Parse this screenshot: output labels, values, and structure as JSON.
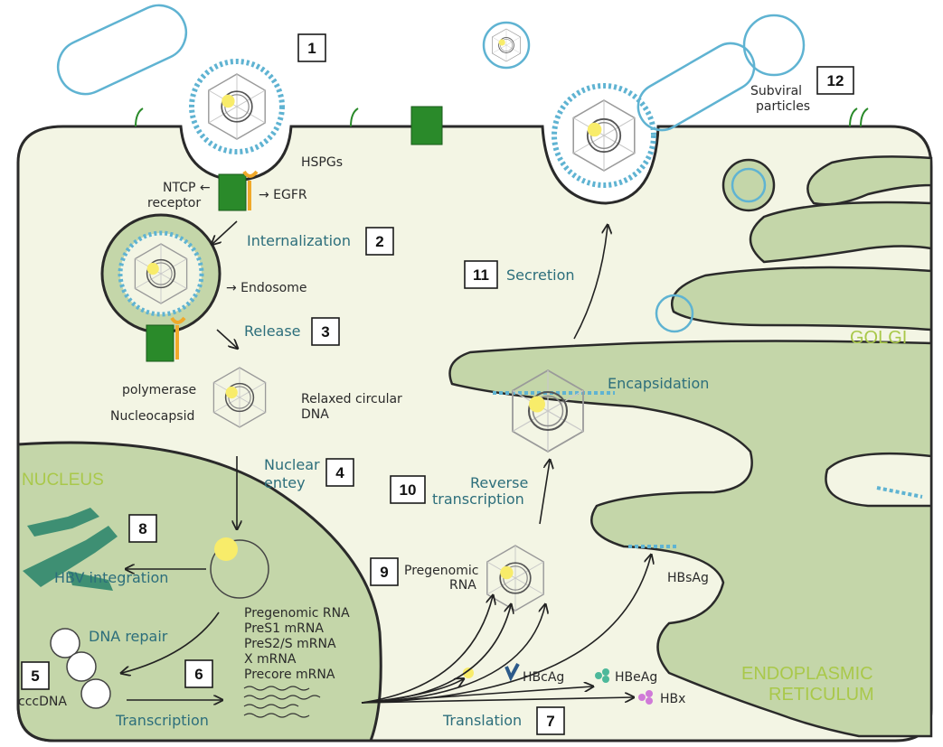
{
  "steps": [
    "1",
    "2",
    "3",
    "4",
    "5",
    "6",
    "7",
    "8",
    "9",
    "10",
    "11",
    "12"
  ],
  "processes": {
    "internalization": "Internalization",
    "release": "Release",
    "nuclear_entry_line1": "Nuclear",
    "nuclear_entry_line2": "entey",
    "hbv_integration": "HBV integration",
    "dna_repair": "DNA repair",
    "transcription": "Transcription",
    "translation": "Translation",
    "reverse_transcription_line1": "Reverse",
    "reverse_transcription_line2": "transcription",
    "encapsidation": "Encapsidation",
    "secretion": "Secretion"
  },
  "labels": {
    "ntcp_line1": "NTCP ←",
    "ntcp_line2": "receptor",
    "egfr": "→ EGFR",
    "hspgs": "HSPGs",
    "endosome": "→ Endosome",
    "polymerase": "polymerase",
    "nucleocapsid": "Nucleocapsid",
    "rcdna_line1": "Relaxed circular",
    "rcdna_line2": "DNA",
    "cccdna": "cccDNA",
    "pgrna_line1": "Pregenomic",
    "pgrna_line2": "RNA",
    "hbsag": "HBsAg",
    "hbcag": "HBcAg",
    "hbeag": "HBeAg",
    "hbx": "HBx",
    "subviral_line1": "Subviral",
    "subviral_line2": "particles",
    "transcripts": [
      "Pregenomic RNA",
      "PreS1 mRNA",
      "PreS2/S mRNA",
      "X mRNA",
      "Precore mRNA"
    ]
  },
  "organelles": {
    "nucleus": "NUCLEUS",
    "golgi": "GOLGI",
    "er_line1": "ENDOPLASMIC",
    "er_line2": "RETICULUM"
  },
  "colors": {
    "cytoplasm": "#f3f5e4",
    "nucleus": "#c4d6a9",
    "membrane": "#2a2a2a",
    "envelope": "#5fb3d2",
    "receptor_green": "#2a8a2a",
    "hspg_orange": "#f0a92a",
    "core_yellow": "#f8ec6a",
    "label_teal": "#2c6e7b",
    "organelle_green": "#a9c84a",
    "chromosome": "#3e8f73",
    "hbeag": "#4cb89a",
    "hbx": "#d07ad8"
  }
}
